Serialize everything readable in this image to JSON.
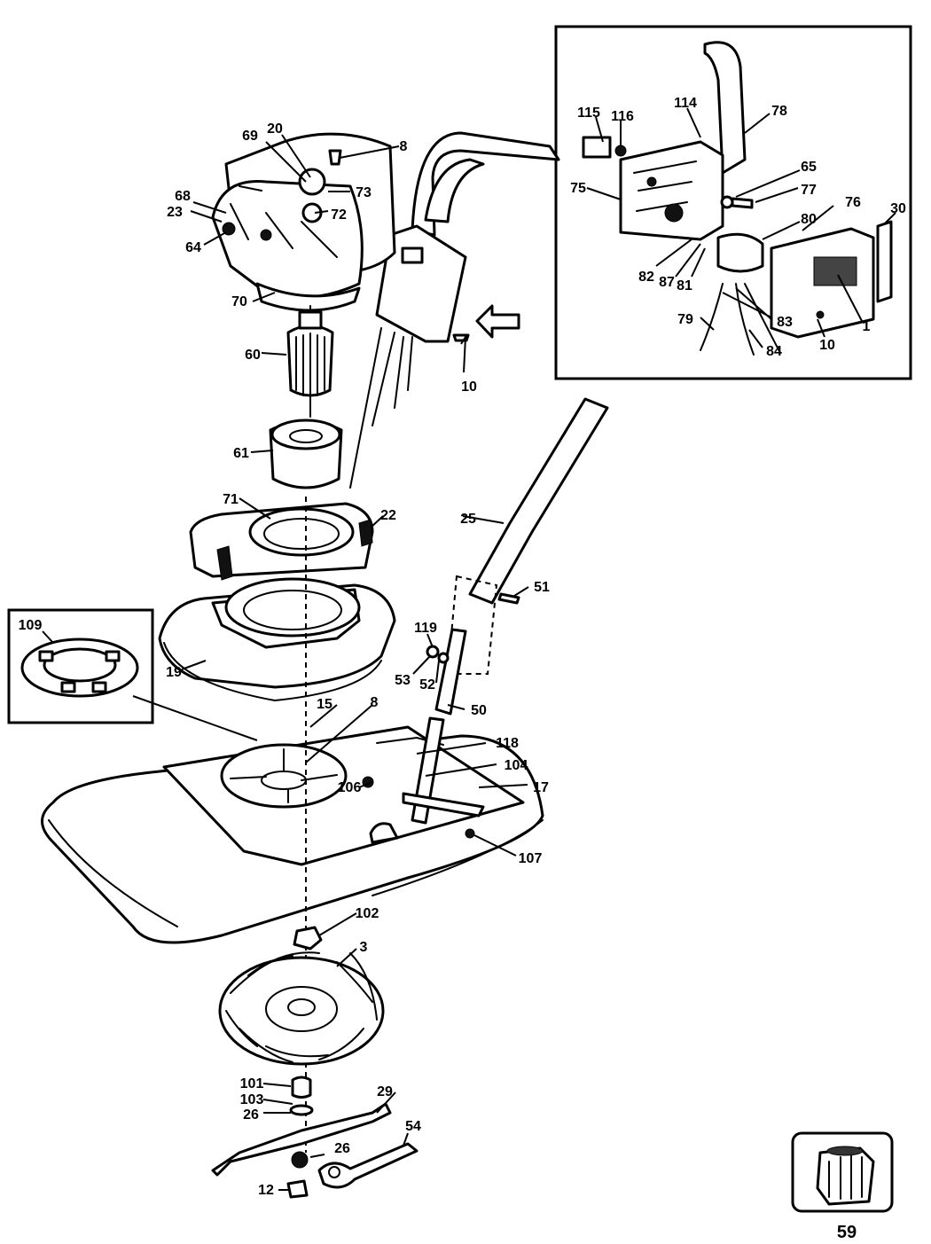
{
  "diagram": {
    "part_labels": [
      "8",
      "20",
      "69",
      "73",
      "68",
      "23",
      "72",
      "64",
      "70",
      "60",
      "61",
      "10",
      "71",
      "22",
      "25",
      "51",
      "109",
      "19",
      "119",
      "53",
      "52",
      "50",
      "15",
      "8",
      "118",
      "104",
      "17",
      "106",
      "107",
      "102",
      "3",
      "101",
      "103",
      "26",
      "29",
      "54",
      "26",
      "12"
    ],
    "inset_labels": [
      "115",
      "116",
      "114",
      "78",
      "75",
      "65",
      "77",
      "76",
      "30",
      "80",
      "82",
      "87",
      "81",
      "83",
      "79",
      "84",
      "10",
      "1"
    ],
    "page_number": "59"
  }
}
